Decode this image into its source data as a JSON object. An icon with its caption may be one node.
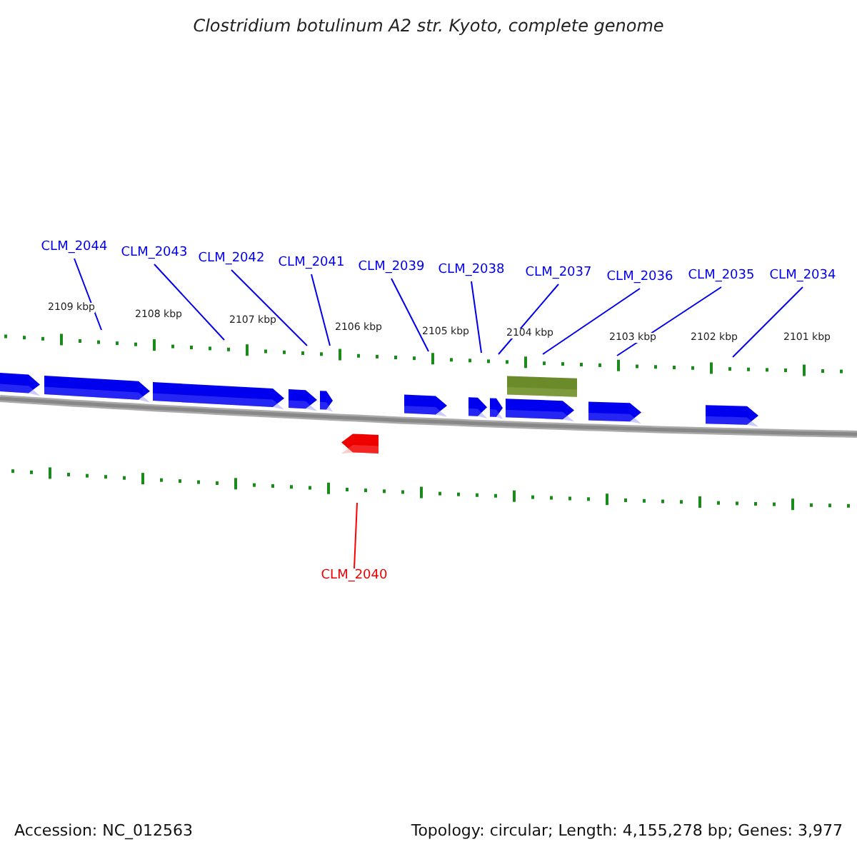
{
  "diagram": {
    "title": "Clostridium botulinum A2 str. Kyoto, complete genome",
    "nodes": [
      {
        "text": [
          "CLM_2044"
        ]
      },
      {
        "text": [
          "CLM_2043"
        ]
      },
      {
        "text": [
          "CLM_2042"
        ]
      },
      {
        "text": [
          "CLM_2041"
        ]
      },
      {
        "text": [
          "CLM_2039"
        ]
      },
      {
        "text": [
          "CLM_2038"
        ]
      },
      {
        "text": [
          "CLM_2037"
        ]
      },
      {
        "text": [
          "CLM_2036"
        ]
      },
      {
        "text": [
          "CLM_2035"
        ]
      },
      {
        "text": [
          "CLM_2034"
        ]
      },
      {
        "text": [
          "CLM_2040"
        ]
      }
    ],
    "edges": [
      {
        "from": 0,
        "to": null,
        "arrow": "none"
      },
      {
        "from": 1,
        "to": null,
        "arrow": "none"
      },
      {
        "from": 2,
        "to": null,
        "arrow": "none"
      },
      {
        "from": 3,
        "to": null,
        "arrow": "none"
      },
      {
        "from": 4,
        "to": null,
        "arrow": "none"
      },
      {
        "from": 5,
        "to": null,
        "arrow": "none"
      },
      {
        "from": 6,
        "to": null,
        "arrow": "none"
      },
      {
        "from": 7,
        "to": null,
        "arrow": "none"
      },
      {
        "from": 8,
        "to": null,
        "arrow": "none"
      },
      {
        "from": 9,
        "to": null,
        "arrow": "none"
      },
      {
        "from": 10,
        "to": null,
        "arrow": "none",
        "color": "#ff0000"
      }
    ],
    "labels": [
      "2109 kbp",
      "2108 kbp",
      "2107 kbp",
      "2106 kbp",
      "2105 kbp",
      "2104 kbp",
      "2103 kbp",
      "2102 kbp",
      "2101 kbp",
      "Accession: NC_012563",
      "Topology: circular; Length: 4,155,278 bp; Genes: 3,977"
    ]
  }
}
